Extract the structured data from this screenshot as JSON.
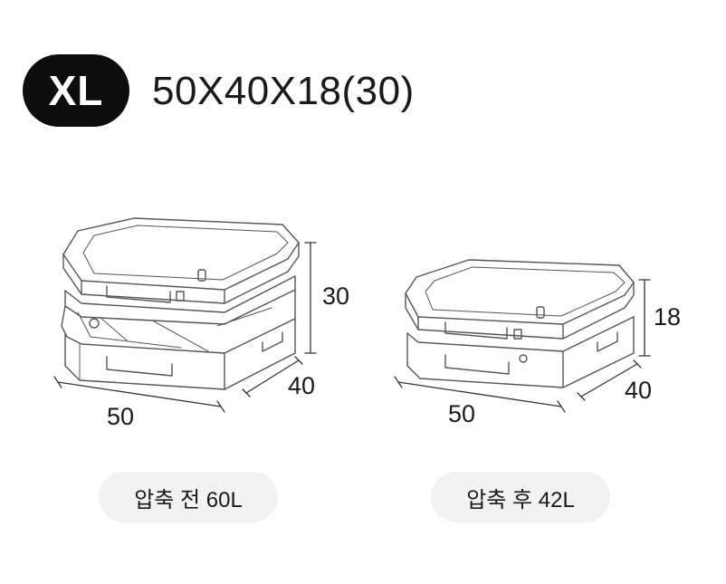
{
  "header": {
    "size_code": "XL",
    "dimensions": "50X40X18(30)"
  },
  "before": {
    "width_label": "50",
    "depth_label": "40",
    "height_label": "30",
    "caption": "압축 전 60L"
  },
  "after": {
    "width_label": "50",
    "depth_label": "40",
    "height_label": "18",
    "caption": "압축 후 42L"
  },
  "colors": {
    "badge": "#0d0d0d",
    "line": "#555555",
    "pill": "#f2f2f2"
  }
}
